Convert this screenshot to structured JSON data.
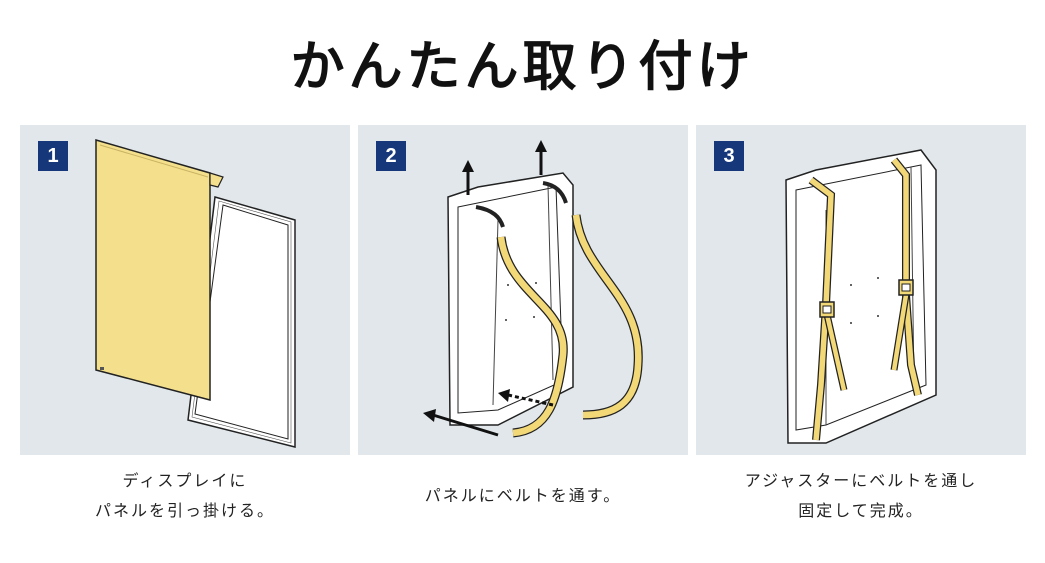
{
  "title": "かんたん取り付け",
  "steps": [
    {
      "number": "1",
      "caption_lines": [
        "ディスプレイに",
        "パネルを引っ掛ける。"
      ]
    },
    {
      "number": "2",
      "caption_lines": [
        "パネルにベルトを通す。"
      ]
    },
    {
      "number": "3",
      "caption_lines": [
        "アジャスターにベルトを通し",
        "固定して完成。"
      ]
    }
  ],
  "colors": {
    "panel_bg": "#e1e7eb",
    "badge_bg": "#16387a",
    "belt_yellow": "#f2d877",
    "frame_stroke": "#222222"
  },
  "icons": [
    "upward-arrow-icon",
    "left-arrow-icon",
    "buckle-icon"
  ]
}
